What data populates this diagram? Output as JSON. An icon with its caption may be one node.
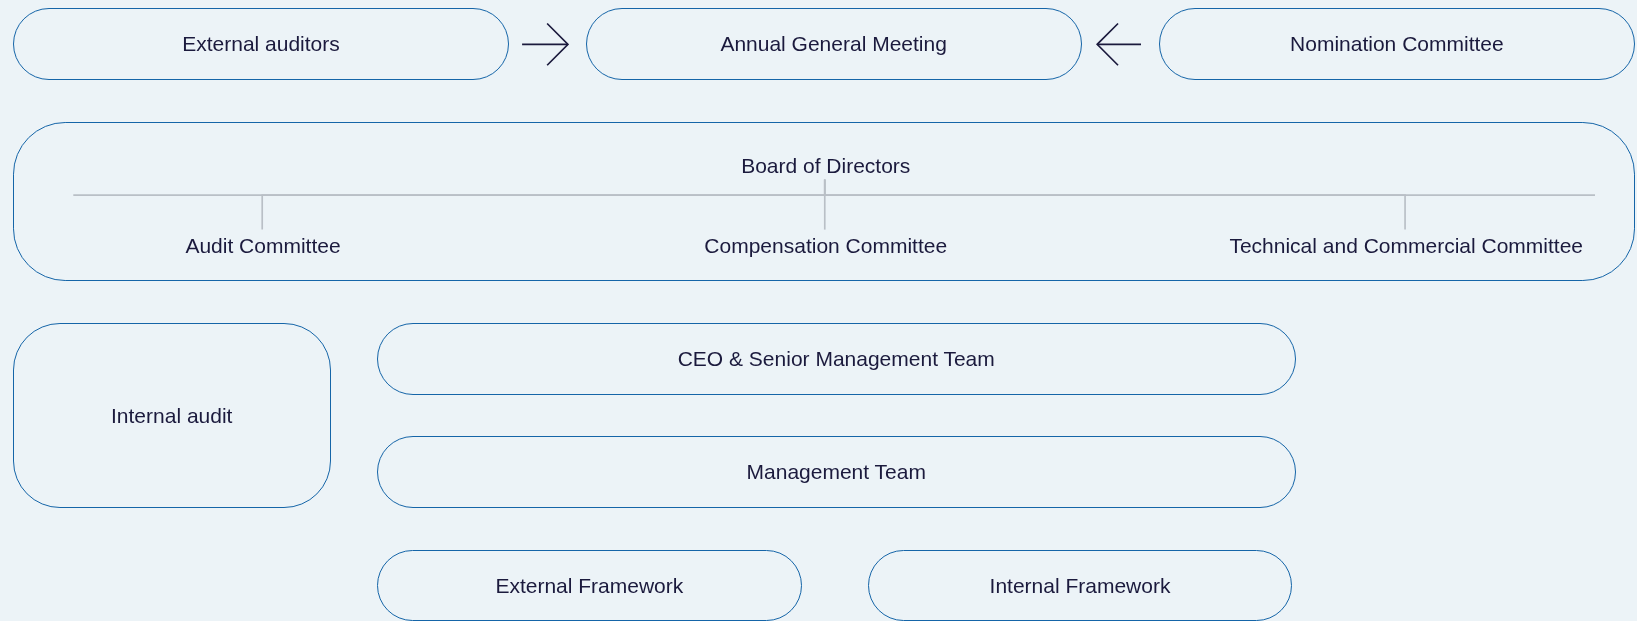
{
  "diagram": {
    "nodes": [
      {
        "text": [
          "External auditors"
        ]
      },
      {
        "text": [
          "Annual General Meeting"
        ]
      },
      {
        "text": [
          "Nomination Committee"
        ]
      },
      {
        "text": [],
        "shape": "box"
      },
      {
        "text": [
          "Board of Directors"
        ],
        "in": 3
      },
      {
        "text": [
          "Audit Committee"
        ],
        "in": 3
      },
      {
        "text": [
          "Compensation Committee"
        ],
        "in": 3
      },
      {
        "text": [
          "Technical and Commercial Committee"
        ],
        "in": 3
      },
      {
        "text": [
          "Internal audit"
        ]
      },
      {
        "text": [
          "CEO & Senior Management Team"
        ]
      },
      {
        "text": [
          "Management Team"
        ]
      },
      {
        "text": [
          "External Framework"
        ]
      },
      {
        "text": [
          "Internal Framework"
        ]
      }
    ],
    "edges": [
      {
        "from": 0,
        "to": 1,
        "arrow": "to",
        "color": "#1b1a3d"
      },
      {
        "from": 2,
        "to": 1,
        "arrow": "to",
        "color": "#1b1a3d"
      },
      {
        "from": 4,
        "to": 5,
        "arrow": "none"
      },
      {
        "from": 4,
        "to": 6,
        "arrow": "none"
      },
      {
        "from": 4,
        "to": 7,
        "arrow": "none"
      }
    ]
  }
}
